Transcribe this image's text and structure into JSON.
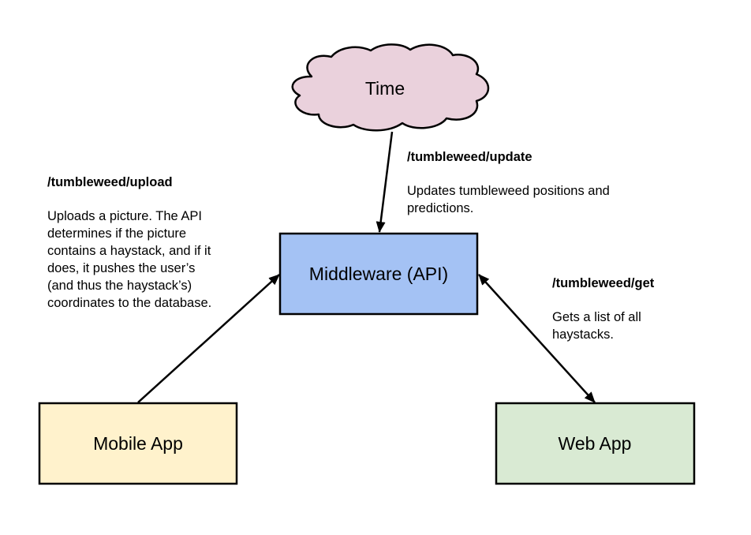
{
  "nodes": {
    "time": {
      "label": "Time",
      "color": "#ead1dc"
    },
    "middleware": {
      "label": "Middleware (API)",
      "color": "#a4c2f4"
    },
    "mobile_app": {
      "label": "Mobile App",
      "color": "#fff2cc"
    },
    "web_app": {
      "label": "Web App",
      "color": "#d9ead3"
    }
  },
  "endpoints": {
    "upload": {
      "title": "/tumbleweed/upload",
      "description": "Uploads a picture. The API\ndetermines if the picture\ncontains a haystack, and if it\ndoes, it pushes the user’s\n(and thus the haystack’s)\ncoordinates to the database."
    },
    "update": {
      "title": "/tumbleweed/update",
      "description": "Updates tumbleweed positions and\npredictions."
    },
    "get": {
      "title": "/tumbleweed/get",
      "description": "Gets a list of all\nhaystacks."
    }
  },
  "edges": [
    {
      "from": "time",
      "to": "middleware",
      "direction": "forward"
    },
    {
      "from": "mobile_app",
      "to": "middleware",
      "direction": "forward"
    },
    {
      "from": "middleware",
      "to": "web_app",
      "direction": "both"
    }
  ],
  "colors": {
    "stroke": "#000000",
    "background": "#ffffff"
  }
}
